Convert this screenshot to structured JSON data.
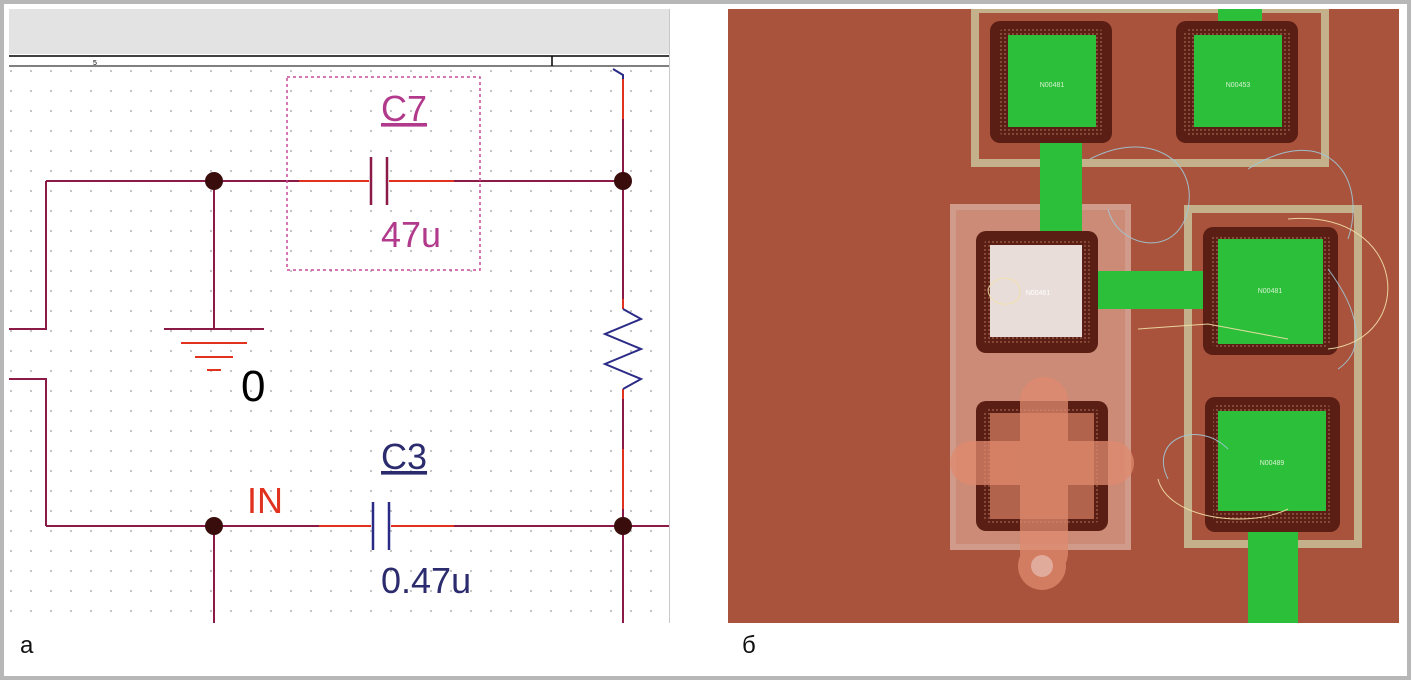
{
  "schematic": {
    "ruler_mark": "5",
    "cap_c7": {
      "ref": "C7",
      "value": "47u"
    },
    "cap_c3": {
      "ref": "C3",
      "value": "0.47u"
    },
    "ground_label": "0",
    "net_label_in": "IN",
    "colors": {
      "wire": "#8b1a46",
      "pin": "#e0321f",
      "part": "#2b2b87",
      "label_c7": "#b23a8c",
      "label_c3": "#2b2b6e",
      "net_label": "#e0321f"
    }
  },
  "pcb": {
    "pads": [
      {
        "net": "N00481"
      },
      {
        "net": "N00453"
      },
      {
        "net": "N00461"
      },
      {
        "net": "N00481"
      },
      {
        "net": "N00489"
      }
    ],
    "colors": {
      "board": "#a9533d",
      "copper": "#2bbf3a",
      "silk": "#c9c29a"
    }
  },
  "labels": {
    "left": "a",
    "right": "б"
  }
}
